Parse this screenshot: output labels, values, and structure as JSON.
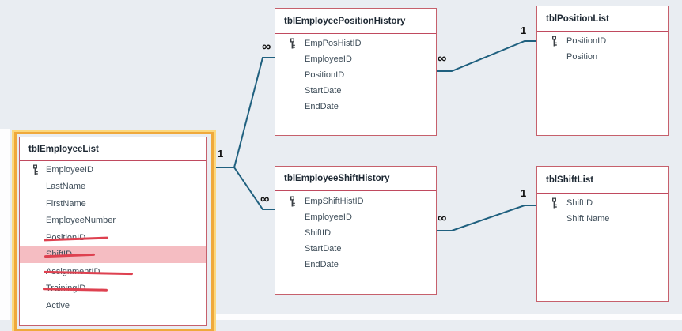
{
  "app": {
    "name": "Access Relationships canvas"
  },
  "canvas": {
    "background_color": "#e9edf2",
    "table_border_color": "#c6606c",
    "relationship_line_color": "#1f607f",
    "selection_frame_color": "#efa93c",
    "highlight_row_color": "#f5bdc2",
    "strike_color": "#de4150"
  },
  "tables": [
    {
      "title": "tblEmployeeList",
      "selected": true,
      "fields": [
        {
          "name": "EmployeeID",
          "pk": true
        },
        {
          "name": "LastName"
        },
        {
          "name": "FirstName"
        },
        {
          "name": "EmployeeNumber"
        },
        {
          "name": "PositionID",
          "struck": true
        },
        {
          "name": "ShiftID",
          "struck": true,
          "highlighted": true
        },
        {
          "name": "AssignmentID",
          "struck": true
        },
        {
          "name": "TrainingID",
          "struck": true
        },
        {
          "name": "Active"
        }
      ]
    },
    {
      "title": "tblEmployeePositionHistory",
      "selected": false,
      "fields": [
        {
          "name": "EmpPosHistID",
          "pk": true
        },
        {
          "name": "EmployeeID"
        },
        {
          "name": "PositionID"
        },
        {
          "name": "StartDate"
        },
        {
          "name": "EndDate"
        }
      ]
    },
    {
      "title": "tblPositionList",
      "selected": false,
      "fields": [
        {
          "name": "PositionID",
          "pk": true
        },
        {
          "name": "Position"
        }
      ]
    },
    {
      "title": "tblEmployeeShiftHistory",
      "selected": false,
      "fields": [
        {
          "name": "EmpShiftHistID",
          "pk": true
        },
        {
          "name": "EmployeeID"
        },
        {
          "name": "ShiftID"
        },
        {
          "name": "StartDate"
        },
        {
          "name": "EndDate"
        }
      ]
    },
    {
      "title": "tblShiftList",
      "selected": false,
      "fields": [
        {
          "name": "ShiftID",
          "pk": true
        },
        {
          "name": "Shift Name"
        }
      ]
    }
  ],
  "relationships": [
    {
      "from": "tblEmployeeList",
      "to": "tblEmployeePositionHistory",
      "from_label": "1",
      "to_label": "∞"
    },
    {
      "from": "tblEmployeeList",
      "to": "tblEmployeeShiftHistory",
      "from_label": "1",
      "to_label": "∞"
    },
    {
      "from": "tblEmployeePositionHistory",
      "to": "tblPositionList",
      "from_label": "∞",
      "to_label": "1"
    },
    {
      "from": "tblEmployeeShiftHistory",
      "to": "tblShiftList",
      "from_label": "∞",
      "to_label": "1"
    }
  ]
}
